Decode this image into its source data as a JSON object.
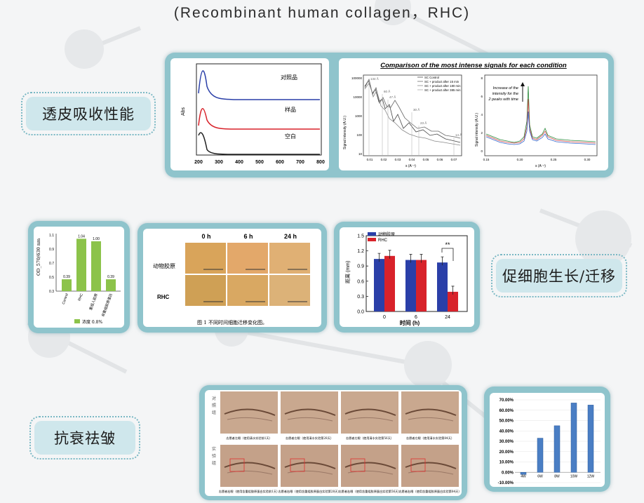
{
  "title": "(Recombinant human collagen，RHC)",
  "labels": {
    "skin_absorption": "透皮吸收性能",
    "cell_growth": "促细胞生长/迁移",
    "anti_aging": "抗衰祛皱"
  },
  "abs_chart": {
    "ylabel": "Abs",
    "curve_labels": [
      "对照品",
      "样品",
      "空白"
    ],
    "x_ticks": [
      "200",
      "300",
      "400",
      "500",
      "600",
      "700",
      "800"
    ]
  },
  "saxs_chart": {
    "title": "Comparison of the most intense signals for each condition",
    "ylabel": "Signal intensity (A.U.)",
    "xlabel": "s (A⁻¹)",
    "y_ticks": [
      "100000",
      "10000",
      "1000",
      "100",
      "10"
    ],
    "x_ticks": [
      "0.01",
      "0.02",
      "0.03",
      "0.04",
      "0.05",
      "0.06",
      "0.07"
    ],
    "legend": [
      "SC Control",
      "SC + product after 15 min",
      "SC + product after 180 min",
      "SC + product after 385 min"
    ],
    "peaks": [
      "134 Å",
      "60 Å",
      "47 Å",
      "30 Å",
      "23 Å",
      "14 Å"
    ]
  },
  "saxs_zoom": {
    "ylabel": "Signal intensity (A.U.)",
    "xlabel": "s (A⁻¹)",
    "y_ticks": [
      "8",
      "6",
      "4",
      "2",
      "0"
    ],
    "x_ticks": [
      "0.15",
      "0.20",
      "0.25",
      "0.30"
    ],
    "annotation": [
      "Increase of the",
      "intensity for the",
      "2 peaks with time"
    ]
  },
  "od_chart": {
    "ylabel": "OD_570/630 nm",
    "y_ticks": [
      "1.1",
      "0.9",
      "0.7",
      "0.5",
      "0.3"
    ],
    "categories": [
      "Control",
      "RHC",
      "重组人胶原",
      "非重组胶原蛋白"
    ],
    "values_text": [
      "0.39",
      "1.04",
      "1.00",
      "0.39"
    ],
    "legend": "浓度 0.8%"
  },
  "chart_data": {
    "type": "bar",
    "xlabel": "时间 (h)",
    "ylabel": "距离 (mm)",
    "categories": [
      "0",
      "6",
      "24"
    ],
    "ylim": [
      0,
      1.5
    ],
    "y_ticks": [
      "1.5",
      "1.2",
      "0.9",
      "0.6",
      "0.3",
      "0.0"
    ],
    "series": [
      {
        "name": "动物胶原",
        "color": "#2a3fa8",
        "values": [
          1.04,
          1.02,
          0.97
        ]
      },
      {
        "name": "RHC",
        "color": "#d8222a",
        "values": [
          1.1,
          1.02,
          0.39
        ]
      }
    ],
    "significance": "**"
  },
  "migration": {
    "headers": [
      "0 h",
      "6 h",
      "24 h"
    ],
    "rows": [
      "动物胶原",
      "RHC"
    ],
    "caption": "图 1 不同时间细胞迁移变化图。"
  },
  "wrinkle": {
    "row_labels": [
      "对照组",
      "实验组"
    ],
    "captions_top": [
      "志愿者左眼（使用清水实验前1天）",
      "志愿者左眼（使用清水实验第28天）",
      "志愿者左眼（使用清水实验第56天）",
      "志愿者左眼（使用清水实验第84天）"
    ],
    "captions_bottom": [
      "志愿者右眼（使用含重组胶原蛋白实验前1天）",
      "志愿者右眼（使用含重组胶原蛋白实验第28天）",
      "志愿者右眼（使用含重组胶原蛋白实验第56天）",
      "志愿者右眼（使用含重组胶原蛋白实验第84天）"
    ]
  },
  "pct_chart": {
    "y_ticks": [
      "70.00%",
      "60.00%",
      "50.00%",
      "40.00%",
      "30.00%",
      "20.00%",
      "10.00%",
      "0.00%",
      "-10.00%"
    ],
    "categories": [
      "4W",
      "6W",
      "8W",
      "10W",
      "12W"
    ],
    "values": [
      -2,
      33,
      45,
      67,
      65
    ],
    "ylim": [
      -10,
      70
    ]
  },
  "colors": {
    "panel": "#8fc4cc",
    "pill_bg": "#cfe7ec",
    "blue": "#2a3fa8",
    "red": "#d8222a",
    "green": "#8cc34a"
  }
}
